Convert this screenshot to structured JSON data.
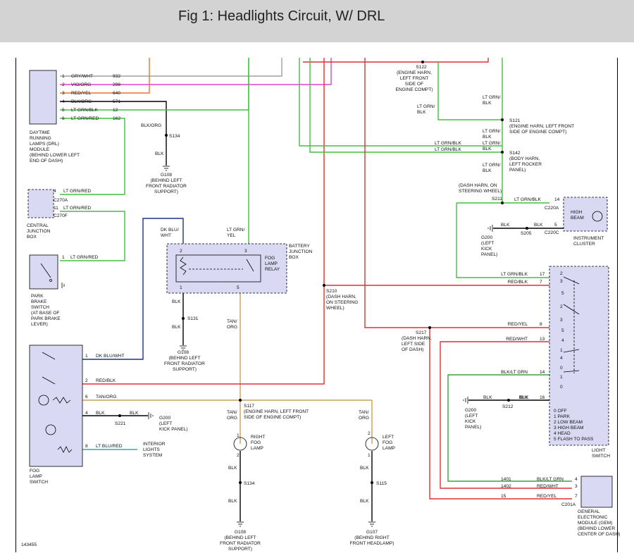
{
  "header": {
    "title": "Fig 1: Headlights Circuit, W/ DRL"
  },
  "figure_id": "143455",
  "colors": {
    "gray": "#a0a0a0",
    "violet": "#e040d0",
    "orange": "#f07030",
    "black": "#000000",
    "green": "#40c040",
    "red": "#e03030",
    "blue": "#203080",
    "tan": "#c8a060",
    "teal": "#20b0b0",
    "component_fill": "#d9d9f3",
    "title_bar": "#d3d3d3"
  },
  "drl_module": {
    "label": "DAYTIME RUNNING LAMPS (DRL) MODULE (BEHIND LOWER LEFT END OF DASH)",
    "lines": [
      "DAYTIME",
      "RUNNING",
      "LAMPS (DRL)",
      "MODULE",
      "(BEHIND LOWER LEFT",
      "END OF DASH)"
    ],
    "pins": [
      {
        "pin": "1",
        "wire": "GRY/WHT",
        "circuit": "932"
      },
      {
        "pin": "2",
        "wire": "VIO/ORG",
        "circuit": "298"
      },
      {
        "pin": "3",
        "wire": "RED/YEL",
        "circuit": "640"
      },
      {
        "pin": "4",
        "wire": "BLK/ORG",
        "circuit": "571"
      },
      {
        "pin": "5",
        "wire": "LT GRN/BLK",
        "circuit": "12"
      },
      {
        "pin": "6",
        "wire": "LT GRN/RED",
        "circuit": "162"
      }
    ]
  },
  "splice_s134_top": {
    "wire_top": "BLK/ORG",
    "splice": "S134",
    "wire_bottom": "BLK",
    "ground": "G108",
    "lines": [
      "(BEHIND LEFT",
      "FRONT RADIATOR",
      "SUPPORT)"
    ]
  },
  "cjb": {
    "lines": [
      "CENTRAL",
      "JUNCTION",
      "BOX"
    ],
    "pin_a": "4",
    "wire_a": "LT GRN/RED",
    "conn_a": "C270A",
    "pin_b": "11",
    "wire_b": "LT GRN/RED",
    "conn_b": "C270F"
  },
  "park_brake": {
    "pin": "1",
    "wire": "LT GRN/RED",
    "lines": [
      "PARK",
      "BRAKE",
      "SWITCH",
      "(AT BASE OF",
      "PARK BRAKE",
      "LEVER)"
    ]
  },
  "fog_relay": {
    "wire_in_a": [
      "DK BLU/",
      "WHT"
    ],
    "wire_in_b": [
      "LT GRN/",
      "YEL"
    ],
    "pins": [
      "2",
      "3",
      "1",
      "5"
    ],
    "relay_lines": [
      "FOG",
      "LAMP",
      "RELAY"
    ],
    "bjb_lines": [
      "BATTERY",
      "JUNCTION",
      "BOX"
    ],
    "wire_out_a": "BLK",
    "splice": "S131",
    "wire_out_a2": "BLK",
    "ground": "G108",
    "ground_lines": [
      "(BEHIND LEFT",
      "FRONT RADIATOR",
      "SUPPORT)"
    ],
    "wire_out_b": [
      "TAN/",
      "ORG"
    ]
  },
  "fog_switch": {
    "lines": [
      "FOG",
      "LAMP",
      "SWITCH"
    ],
    "pins": [
      {
        "pin": "1",
        "wire": "DK BLU/WHT"
      },
      {
        "pin": "2",
        "wire": "RED/BLK"
      },
      {
        "pin": "6",
        "wire": "TAN/ORG"
      },
      {
        "pin": "4",
        "wire": "BLK"
      },
      {
        "pin": "8",
        "wire": "LT BLU/RED"
      }
    ],
    "blk2": "BLK",
    "s221": "S221",
    "g200": "G200",
    "g200_lines": [
      "(LEFT",
      "KICK PANEL)"
    ],
    "interior_lines": [
      "INTERIOR",
      "LIGHTS",
      "SYSTEM"
    ]
  },
  "fog_lamps": {
    "s117": "S117",
    "s117_lines": [
      "(ENGINE HARN, LEFT FRONT",
      "SIDE OF ENGINE COMPT)"
    ],
    "right": {
      "wire_in": [
        "TAN/",
        "ORG"
      ],
      "pin_top": "1",
      "pin_bot": "2",
      "lines": [
        "RIGHT",
        "FOG",
        "LAMP"
      ],
      "wire_out": "BLK",
      "splice": "S134",
      "wire_out2": "BLK",
      "ground": "G108",
      "ground_lines": [
        "(BEHIND LEFT",
        "FRONT RADIATOR",
        "SUPPORT)"
      ]
    },
    "left": {
      "wire_in": [
        "TAN/",
        "ORG"
      ],
      "pin_top": "2",
      "pin_bot": "1",
      "lines": [
        "LEFT",
        "FOG",
        "LAMP"
      ],
      "wire_out": "BLK",
      "splice": "S115",
      "wire_out2": "BLK",
      "ground": "G107",
      "ground_lines": [
        "(BEHIND RIGHT",
        "FRONT HEADLAMP)"
      ]
    }
  },
  "splices_right": {
    "s122": "S122",
    "s122_lines": [
      "(ENGINE HARN,",
      "LEFT FRONT",
      "SIDE OF",
      "ENGINE COMPT)"
    ],
    "ltgrnblk_1": [
      "LT GRN/",
      "BLK"
    ],
    "ltgrnblk_2": [
      "LT GRN/",
      "BLK"
    ],
    "s121": "S121",
    "s121_lines": [
      "(ENGINE HARN, LEFT FRONT",
      "SIDE OF ENGINE COMPT)"
    ],
    "ltgrnblk_3": [
      "LT GRN/",
      "BLK"
    ],
    "ltgrnblk_h1": "LT GRN/BLK",
    "ltgrnblk_h2": "LT GRN/BLK",
    "ltgrnblk_4": [
      "LT GRN/",
      "BLK"
    ],
    "s142": "S142",
    "s142_lines": [
      "(BODY HARN,",
      "LEFT ROCKER",
      "PANEL)"
    ],
    "ltgrnblk_5": [
      "LT GRN/",
      "BLK"
    ],
    "s211_lines": [
      "(DASH HARN, ON",
      "STEERING WHEEL)"
    ],
    "s211": "S211",
    "s210": "S210",
    "s210_lines": [
      "(DASH HARN,",
      "ON STEERING",
      "WHEEL)"
    ],
    "s217": "S217",
    "s217_lines": [
      "(DASH HARN,",
      "LEFT SIDE",
      "OF DASH)"
    ]
  },
  "cluster": {
    "pin_a": "14",
    "wire_a": "LT GRN/BLK",
    "conn_a": "C220A",
    "pin_b": "5",
    "wire_b": "BLK",
    "conn_b": "C220C",
    "s205": "S205",
    "wire_c": "BLK",
    "g200": "G200",
    "g200_lines": [
      "(LEFT",
      "KICK",
      "PANEL)"
    ],
    "highbeam": [
      "HIGH",
      "BEAM"
    ],
    "lines": [
      "INSTRUMENT",
      "CLUSTER"
    ]
  },
  "light_switch": {
    "pins": [
      {
        "pin": "17",
        "wire": "LT GRN/BLK"
      },
      {
        "pin": "7",
        "wire": "RED/BLK"
      },
      {
        "pin": "8",
        "wire": "RED/YEL"
      },
      {
        "pin": "13",
        "wire": "RED/WHT"
      },
      {
        "pin": "14",
        "wire": "BLK/LT GRN"
      },
      {
        "pin": "16",
        "wire": "BLK"
      }
    ],
    "positions": [
      "0 OFF",
      "1 PARK",
      "2 LOW BEAM",
      "3 HIGH BEAM",
      "4 HEAD",
      "5 FLASH TO PASS"
    ],
    "lines": [
      "LIGHT",
      "SWITCH"
    ],
    "contact_labels": [
      "2",
      "3",
      "5",
      "2",
      "3",
      "5",
      "4",
      "1",
      "4",
      "0",
      "1",
      "0"
    ],
    "s212": "S212",
    "g200": "G200",
    "g200_lines": [
      "(LEFT",
      "KICK",
      "PANEL)"
    ],
    "blk": "BLK"
  },
  "gem": {
    "pins": [
      {
        "circuit": "1401",
        "wire": "BLK/LT GRN",
        "pin": "4"
      },
      {
        "circuit": "1402",
        "wire": "RED/WHT",
        "pin": "3"
      },
      {
        "circuit": "15",
        "wire": "RED/YEL",
        "pin": "7"
      }
    ],
    "conn": "C201A",
    "lines": [
      "GENERAL",
      "ELECTRONIC",
      "MODULE (GEM)",
      "(BEHIND LOWER",
      "CENTER OF DASH)"
    ]
  }
}
